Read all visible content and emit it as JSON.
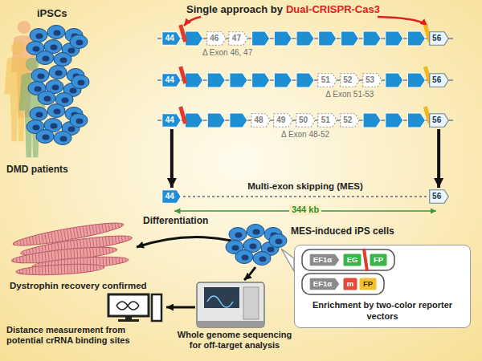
{
  "diagram": {
    "nodes": [
      {
        "text": [
          "44"
        ]
      },
      {
        "text": [
          "46"
        ]
      },
      {
        "text": [
          "47"
        ]
      },
      {
        "text": [
          "56"
        ]
      },
      {
        "text": [
          "44"
        ]
      },
      {
        "text": [
          "51"
        ]
      },
      {
        "text": [
          "52"
        ]
      },
      {
        "text": [
          "53"
        ]
      },
      {
        "text": [
          "56"
        ]
      },
      {
        "text": [
          "44"
        ]
      },
      {
        "text": [
          "48"
        ]
      },
      {
        "text": [
          "49"
        ]
      },
      {
        "text": [
          "50"
        ]
      },
      {
        "text": [
          "51"
        ]
      },
      {
        "text": [
          "52"
        ]
      },
      {
        "text": [
          "56"
        ]
      },
      {
        "text": [
          "44"
        ]
      },
      {
        "text": [
          "56"
        ]
      },
      {
        "text": [
          "Enrichment by two-color reporter vectors"
        ]
      },
      {
        "text": [
          "EF1α"
        ],
        "in": 18
      },
      {
        "text": [
          "EG"
        ],
        "in": 18
      },
      {
        "text": [
          "FP"
        ],
        "in": 18
      },
      {
        "text": [
          "EF1α"
        ],
        "in": 18
      },
      {
        "text": [
          "m"
        ],
        "in": 18
      },
      {
        "text": [
          "FP"
        ],
        "in": 18
      }
    ],
    "edges": [
      {
        "from": 9,
        "to": 16,
        "arrow": "to"
      },
      {
        "from": 15,
        "to": 17,
        "arrow": "to"
      }
    ],
    "labels": [
      "iPSCs",
      "Single approach by",
      "Dual-CRISPR-Cas3",
      "Δ Exon 46, 47",
      "Δ Exon 51-53",
      "Δ Exon 48-52",
      "DMD patients",
      "Multi-exon skipping (MES)",
      "344 kb",
      "Differentiation",
      "Dystrophin recovery confirmed",
      "MES-induced iPS cells",
      "Whole genome sequencing for off-target analysis",
      "Distance measurement from potential crRNA binding sites"
    ]
  }
}
